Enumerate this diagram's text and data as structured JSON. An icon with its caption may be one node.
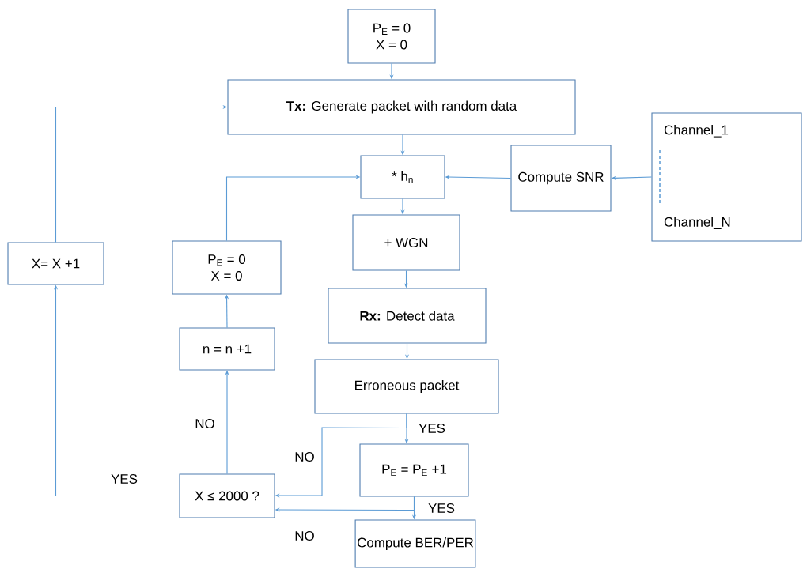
{
  "diagram": {
    "nodes": [
      {
        "text": [
          "P$_{E}$ = 0",
          "X = 0"
        ]
      },
      {
        "text": [
          "**Tx:** Generate packet with random data"
        ]
      },
      {
        "text": [
          "* h$_{n}$"
        ]
      },
      {
        "text": [
          "Compute SNR"
        ]
      },
      {
        "text": [
          "Channel_1",
          "Channel_N"
        ]
      },
      {
        "text": [
          "+ WGN"
        ]
      },
      {
        "text": [
          "**Rx:** Detect data"
        ]
      },
      {
        "text": [
          "Erroneous packet"
        ]
      },
      {
        "text": [
          "P$_{E}$ = P$_{E}$ +1"
        ]
      },
      {
        "text": [
          "Compute BER/PER"
        ]
      },
      {
        "text": [
          "X ≤ 2000 ?"
        ]
      },
      {
        "text": [
          "n = n +1"
        ]
      },
      {
        "text": [
          "P$_{E}$ = 0",
          "X = 0"
        ]
      },
      {
        "text": [
          "X= X +1"
        ]
      }
    ],
    "edges": [
      {
        "from": 0,
        "to": 1,
        "arrow": "to"
      },
      {
        "from": 1,
        "to": 2,
        "arrow": "to"
      },
      {
        "from": 3,
        "to": 2,
        "arrow": "to"
      },
      {
        "from": 4,
        "to": 3,
        "arrow": "to"
      },
      {
        "from": 2,
        "to": 5,
        "arrow": "to"
      },
      {
        "from": 5,
        "to": 6,
        "arrow": "to"
      },
      {
        "from": 6,
        "to": 7,
        "arrow": "to"
      },
      {
        "from": 7,
        "to": 8,
        "label": "YES",
        "arrow": "to"
      },
      {
        "from": 7,
        "to": 10,
        "label": "NO",
        "arrow": "to"
      },
      {
        "from": 8,
        "to": 9,
        "label": "YES",
        "arrow": "to"
      },
      {
        "from": 8,
        "to": 10,
        "label": "NO",
        "arrow": "to"
      },
      {
        "from": 10,
        "to": 11,
        "label": "NO",
        "arrow": "to"
      },
      {
        "from": 11,
        "to": 12,
        "arrow": "to"
      },
      {
        "from": 12,
        "to": 2,
        "arrow": "to"
      },
      {
        "from": 10,
        "to": 13,
        "label": "YES",
        "arrow": "to"
      },
      {
        "from": 13,
        "to": 1,
        "arrow": "to"
      }
    ]
  }
}
